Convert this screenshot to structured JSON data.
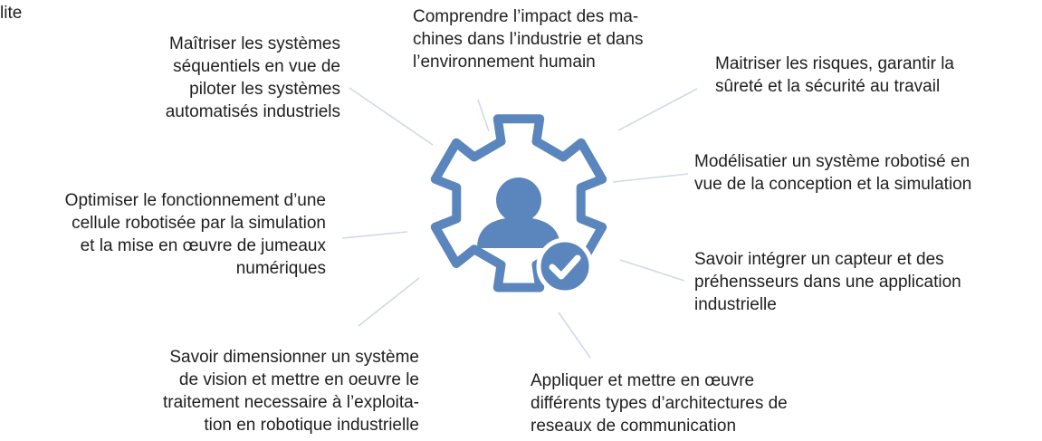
{
  "corner_text": "lite",
  "colors": {
    "gear": "#5b86bd",
    "line": "#cfd9ea",
    "text": "#1f1f1f",
    "white": "#ffffff"
  },
  "center_icon": {
    "name": "gear-user-check-icon"
  },
  "items": [
    {
      "id": "comprendre",
      "lines": [
        "Comprendre l’impact des ma-",
        "chines dans l’industrie et dans",
        "l’environnement humain"
      ]
    },
    {
      "id": "maitriser-sequentiels",
      "lines": [
        "Maîtriser les systèmes",
        "séquentiels en vue de",
        "piloter les systèmes",
        "automatisés industriels"
      ]
    },
    {
      "id": "maitriser-risques",
      "lines": [
        "Maitriser les risques, garantir la",
        "sûreté et la sécurité au travail"
      ]
    },
    {
      "id": "modelisatier",
      "lines": [
        "Modélisatier un système robotisé en",
        "vue de la conception et la simulation"
      ]
    },
    {
      "id": "optimiser",
      "lines": [
        "Optimiser le fonctionnement d’une",
        "cellule robotisée par la simulation",
        "et la mise en œuvre de jumeaux",
        "numériques"
      ]
    },
    {
      "id": "capteur",
      "lines": [
        "Savoir intégrer un capteur et des",
        "préhensseurs dans une application",
        "industrielle"
      ]
    },
    {
      "id": "vision",
      "lines": [
        "Savoir dimensionner un système",
        "de vision et mettre en oeuvre le",
        "traitement necessaire à l’exploita-",
        "tion en robotique industrielle"
      ]
    },
    {
      "id": "reseaux",
      "lines": [
        "Appliquer et mettre en œuvre",
        "différents types d’architectures de",
        "reseaux de communication"
      ]
    }
  ]
}
